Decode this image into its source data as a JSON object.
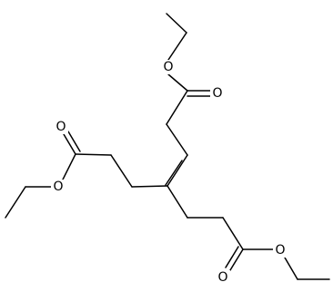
{
  "molecule": {
    "atom_labels": {
      "o_top_ester_ether": "O",
      "o_top_carbonyl": "O",
      "o_left_carbonyl": "O",
      "o_left_ester_ether": "O",
      "o_bottom_carbonyl": "O",
      "o_bottom_ester_ether": "O"
    },
    "colors": {
      "bond": "#000000",
      "label": "#000000",
      "background": "#ffffff"
    }
  }
}
